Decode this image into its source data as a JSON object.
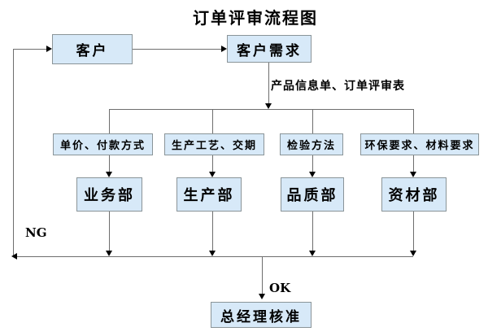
{
  "title": "订单评审流程图",
  "flow": {
    "customer": "客户",
    "customer_demand": "客户需求",
    "document_label": "产品信息单、订单评审表",
    "criteria": [
      "单价、付款方式",
      "生产工艺、交期",
      "检验方法",
      "环保要求、材料要求"
    ],
    "departments": [
      "业务部",
      "生产部",
      "品质部",
      "资材部"
    ],
    "ng_label": "NG",
    "ok_label": "OK",
    "approval": "总经理核准"
  },
  "colors": {
    "background": "#ffffff",
    "box_fill": "#d7e9f8",
    "box_border": "#8a9498",
    "line": "#6e6e6e",
    "arrow": "#000000",
    "text": "#000000"
  }
}
